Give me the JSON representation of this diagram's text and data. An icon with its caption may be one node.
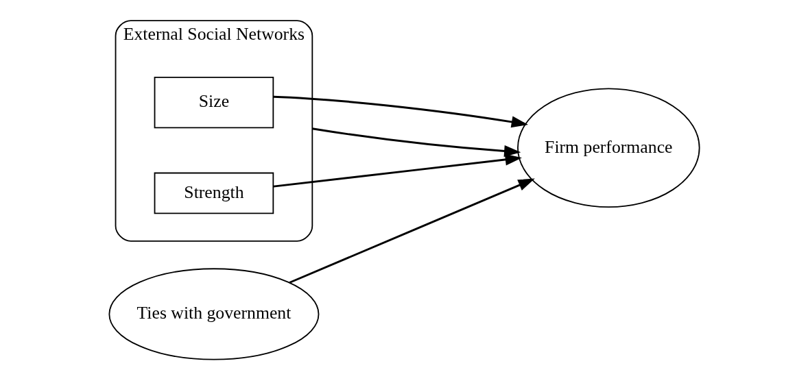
{
  "diagram": {
    "nodes": [
      {
        "text": [
          "External Social Networks"
        ]
      },
      {
        "text": [
          "Size"
        ],
        "in": 0
      },
      {
        "text": [
          "Strength"
        ],
        "in": 0
      },
      {
        "text": [
          "Firm performance"
        ]
      },
      {
        "text": [
          "Ties with government"
        ]
      }
    ],
    "edges": [
      {
        "from": 0,
        "to": 3,
        "arrow": "to"
      },
      {
        "from": 1,
        "to": 3,
        "arrow": "to"
      },
      {
        "from": 2,
        "to": 3,
        "arrow": "to"
      },
      {
        "from": 4,
        "to": 3,
        "arrow": "to"
      }
    ]
  }
}
